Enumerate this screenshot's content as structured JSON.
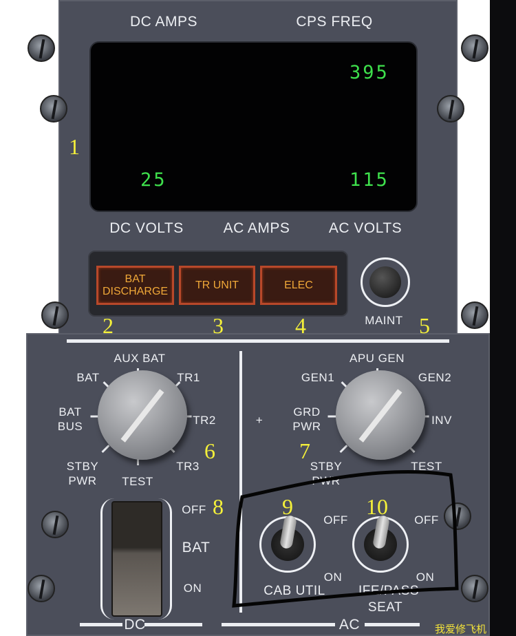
{
  "display": {
    "labels": {
      "dc_amps": "DC AMPS",
      "cps_freq": "CPS FREQ",
      "dc_volts": "DC VOLTS",
      "ac_amps": "AC AMPS",
      "ac_volts": "AC VOLTS"
    },
    "values": {
      "cps_freq": "395",
      "dc_volts": "25",
      "ac_volts": "115"
    }
  },
  "annunciators": [
    {
      "line1": "BAT",
      "line2": "DISCHARGE"
    },
    {
      "line1": "TR UNIT",
      "line2": ""
    },
    {
      "line1": "ELEC",
      "line2": ""
    }
  ],
  "maint_label": "MAINT",
  "dc_meter_selector": {
    "positions": [
      "AUX BAT",
      "BAT",
      "TR1",
      "BAT BUS",
      "TR2",
      "STBY PWR",
      "TEST",
      "TR3"
    ]
  },
  "ac_meter_selector": {
    "positions": [
      "APU GEN",
      "GEN1",
      "GEN2",
      "GRD PWR",
      "INV",
      "STBY PWR",
      "TEST"
    ],
    "plus": "+"
  },
  "bat_switch": {
    "off": "OFF",
    "label": "BAT",
    "on": "ON"
  },
  "cab_util": {
    "off": "OFF",
    "on": "ON",
    "label": "CAB UTIL"
  },
  "ife_pass_seat": {
    "off": "OFF",
    "on": "ON",
    "label1": "IFE/PASS",
    "label2": "SEAT"
  },
  "sections": {
    "dc": "DC",
    "ac": "AC"
  },
  "callouts": [
    "1",
    "2",
    "3",
    "4",
    "5",
    "6",
    "7",
    "8",
    "9",
    "10"
  ],
  "watermark": "我爱修飞机",
  "colors": {
    "panel": "#4b4e5a",
    "digits": "#3ee04c",
    "annunciator": "#f0a838",
    "callout": "#f4f03a"
  }
}
